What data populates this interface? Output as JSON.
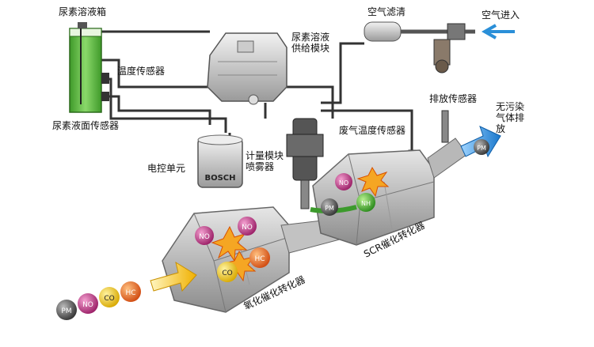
{
  "labels": {
    "urea_tank": "尿素溶液箱",
    "temp_sensor": "温度传感器",
    "level_sensor": "尿素液面传感器",
    "supply_module": "尿素溶液供给模块",
    "air_filter": "空气滤清",
    "air_in": "空气进入",
    "exhaust_sensor": "排放传感器",
    "clean_out": "无污染气体排放",
    "ecu": "电控单元",
    "ecu_brand": "BOSCH",
    "dosing_module": "计量模块喷雾器",
    "exhaust_temp_sensor": "废气温度传感器",
    "scr": "SCR催化转化器",
    "oxi": "氧化催化转化器"
  },
  "molecules": {
    "pm": "PM",
    "no": "NO",
    "co": "CO",
    "hc": "HC",
    "nh": "NH"
  },
  "colors": {
    "pm": "#4a4a4a",
    "no": "#b5307a",
    "co": "#e8c21a",
    "hc": "#d8561a",
    "nh": "#3c9a2c",
    "urea": "#6bc24a",
    "arrow_in": "#f0c020",
    "arrow_out": "#1b84d6",
    "air_arrow": "#2a8fd8",
    "pipe": "#333333",
    "catalyst": "#b0b0b0"
  }
}
